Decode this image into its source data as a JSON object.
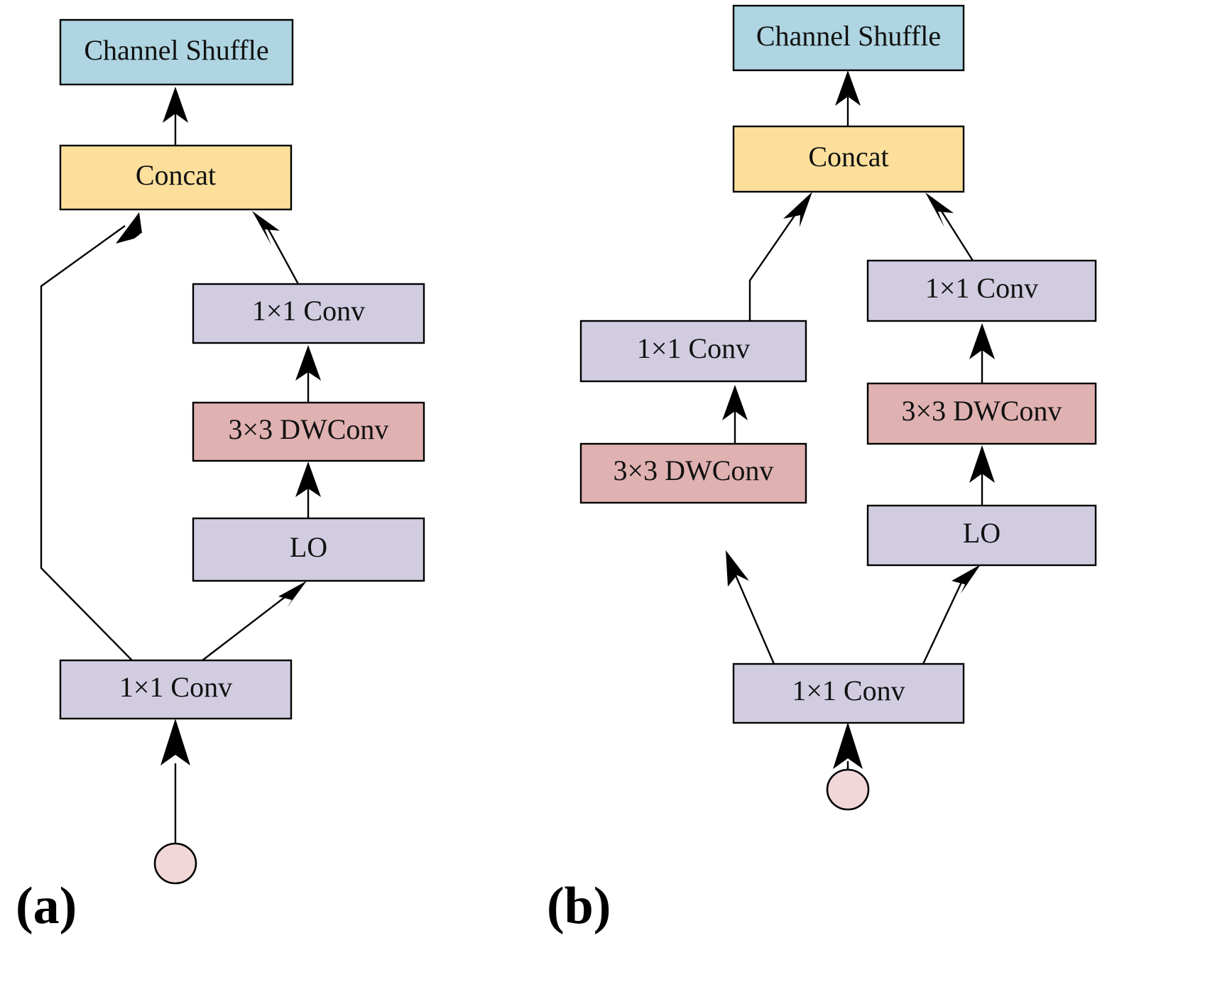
{
  "figure": {
    "title": "",
    "panels": [
      {
        "id": "a",
        "caption": "(a)",
        "nodes": {
          "channel_shuffle": "Channel Shuffle",
          "concat": "Concat",
          "conv_top": "1×1    Conv",
          "dwconv": "3×3   DWConv",
          "lo": "LO",
          "conv_bottom": "1×1    Conv",
          "input": ""
        }
      },
      {
        "id": "b",
        "caption": "(b)",
        "nodes": {
          "channel_shuffle": "Channel Shuffle",
          "concat": "Concat",
          "conv_left": "1×1    Conv",
          "dwconv_left": "3×3   DWConv",
          "conv_right": "1×1    Conv",
          "dwconv_right": "3×3   DWConv",
          "lo_right": "LO",
          "conv_bottom": "1×1    Conv",
          "input": ""
        }
      }
    ]
  },
  "colors": {
    "channel_shuffle": "#aed5e1",
    "concat": "#fbdf9b",
    "conv": "#d2cce1",
    "dwconv": "#e0b1b1",
    "input_circle": "#f1d7d7",
    "stroke": "#000000",
    "background": "#ffffff"
  }
}
